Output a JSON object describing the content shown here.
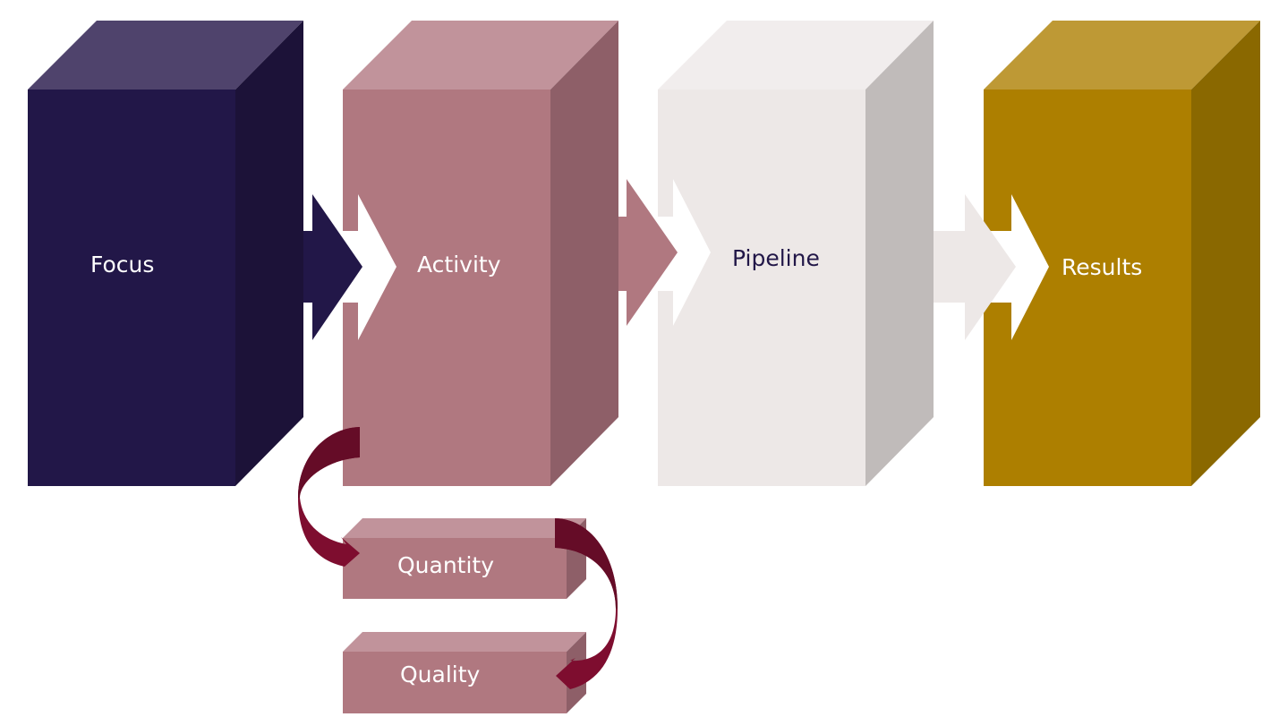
{
  "stages": [
    {
      "label": "Focus",
      "front": "#221748",
      "top": "#4f436c",
      "side": "#1c1238",
      "text_color": "#ffffff"
    },
    {
      "label": "Activity",
      "front": "#b07880",
      "top": "#c1939b",
      "side": "#8e5f68",
      "text_color": "#ffffff"
    },
    {
      "label": "Pipeline",
      "front": "#ede8e7",
      "top": "#f1eded",
      "side": "#c0bbba",
      "text_color": "#221748"
    },
    {
      "label": "Results",
      "front": "#ad7f00",
      "top": "#be9935",
      "side": "#8a6800",
      "text_color": "#ffffff"
    }
  ],
  "sub_stages": [
    {
      "label": "Quantity"
    },
    {
      "label": "Quality"
    }
  ],
  "colors": {
    "curved_arrow": "#7e0d2f",
    "curved_arrow_dark": "#650c27",
    "sub_front": "#b07880",
    "sub_top": "#c1939b",
    "sub_side": "#8e5f68"
  }
}
